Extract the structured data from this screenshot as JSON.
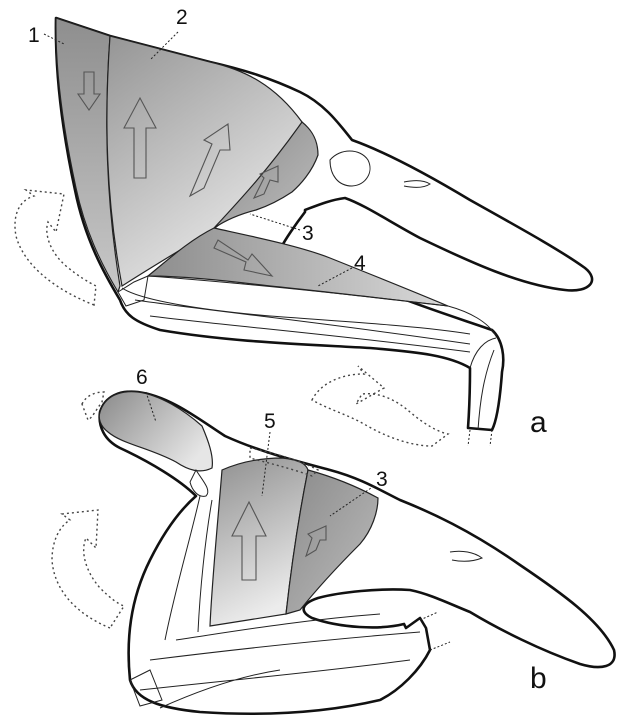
{
  "labels": {
    "m1": "1",
    "m2": "2",
    "m3a": "3",
    "m4": "4",
    "m5": "5",
    "m6": "6",
    "m3b": "3"
  },
  "panels": {
    "a": "a",
    "b": "b"
  },
  "colors": {
    "muscle_dark": "#8f8f8f",
    "muscle_light": "#e9e9e9",
    "outline": "#111111"
  }
}
